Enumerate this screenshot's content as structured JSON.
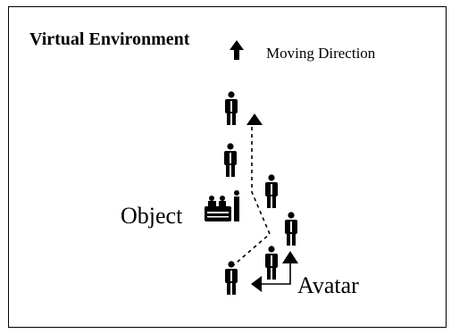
{
  "diagram": {
    "title": "Virtual Environment",
    "legend": {
      "icon": "up-arrow-icon",
      "label": "Moving Direction"
    },
    "object_label": "Object",
    "avatar_label": "Avatar",
    "colors": {
      "ink": "#000000",
      "background": "#ffffff"
    },
    "icons": {
      "person": "person-figure-icon",
      "object": "object-cluster-icon",
      "direction": "triangle-marker-icon"
    }
  }
}
